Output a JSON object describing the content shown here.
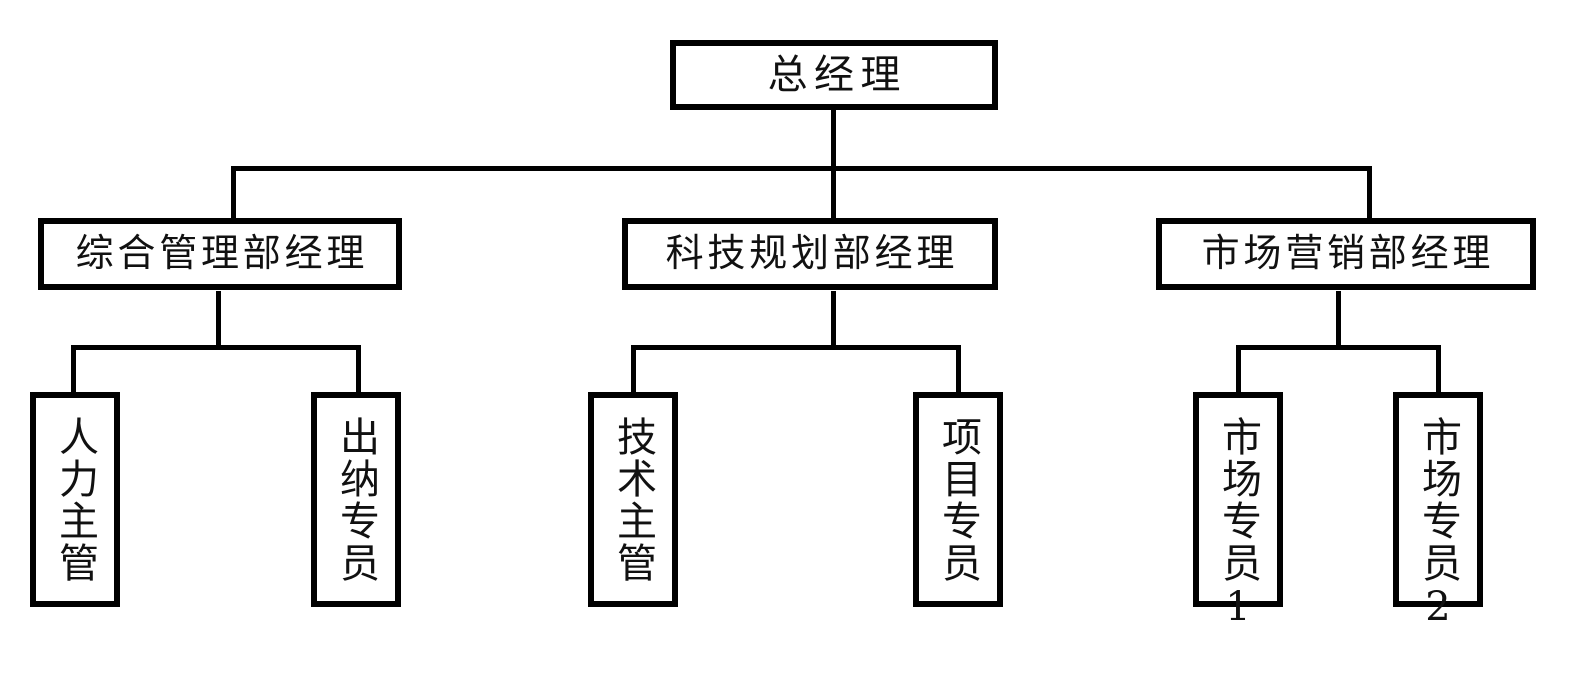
{
  "chart": {
    "type": "org-chart",
    "title": "组织机构图",
    "orientation": "top-down",
    "line_color": "#000000",
    "box_border_color": "#000000",
    "box_fill_color": "#ffffff",
    "background_color": "#ffffff",
    "levels": 3,
    "root": {
      "id": "general-manager",
      "label": "总经理",
      "level": 1,
      "text_direction": "horizontal"
    },
    "departments": [
      {
        "id": "general-admin-dept-manager",
        "label": "综合管理部经理",
        "level": 2,
        "text_direction": "horizontal",
        "children": [
          {
            "id": "hr-supervisor",
            "label": "人力主管",
            "level": 3,
            "text_direction": "vertical"
          },
          {
            "id": "cashier-specialist",
            "label": "出纳专员",
            "level": 3,
            "text_direction": "vertical"
          }
        ]
      },
      {
        "id": "tech-planning-dept-manager",
        "label": "科技规划部经理",
        "level": 2,
        "text_direction": "horizontal",
        "children": [
          {
            "id": "technical-supervisor",
            "label": "技术主管",
            "level": 3,
            "text_direction": "vertical"
          },
          {
            "id": "project-specialist",
            "label": "项目专员",
            "level": 3,
            "text_direction": "vertical"
          }
        ]
      },
      {
        "id": "marketing-dept-manager",
        "label": "市场营销部经理",
        "level": 2,
        "text_direction": "horizontal",
        "children": [
          {
            "id": "marketing-specialist-1",
            "label": "市场专员1",
            "level": 3,
            "text_direction": "vertical"
          },
          {
            "id": "marketing-specialist-2",
            "label": "市场专员2",
            "level": 3,
            "text_direction": "vertical"
          }
        ]
      }
    ]
  }
}
